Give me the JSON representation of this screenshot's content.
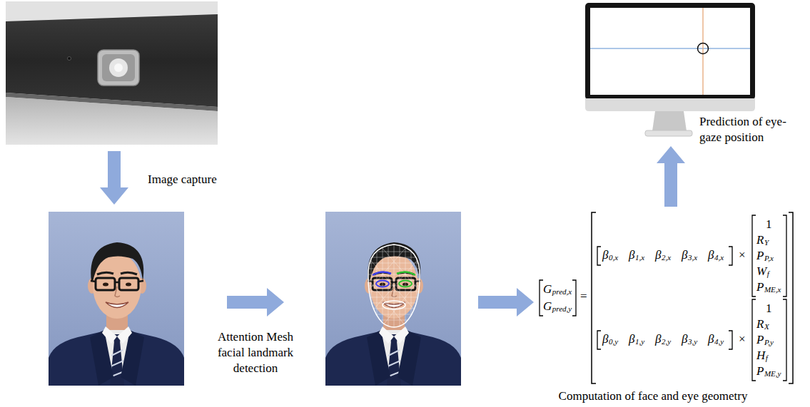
{
  "diagram": {
    "nodes": [
      {},
      {},
      {},
      {
        "text": [
          "G",
          "pred,x",
          "G",
          "pred,y",
          "=",
          "β",
          "0,x",
          "β",
          "1,x",
          "β",
          "2,x",
          "β",
          "3,x",
          "β",
          "4,x",
          "×",
          "1",
          "R",
          "Y",
          "P",
          "P,x",
          "W",
          "f",
          "P",
          "ME,x",
          "β",
          "0,y",
          "β",
          "1,y",
          "β",
          "2,y",
          "β",
          "3,y",
          "β",
          "4,y",
          "×",
          "1",
          "R",
          "X",
          "P",
          "P,y",
          "H",
          "f",
          "P",
          "ME,y",
          "Computation of face and eye geometry"
        ]
      },
      {}
    ],
    "edges": [
      {
        "from": 0,
        "to": 1,
        "arrow": "to",
        "label": "Image capture"
      },
      {
        "from": 1,
        "to": 2,
        "arrow": "to",
        "label": "Attention Mesh facial landmark detection"
      },
      {
        "from": 2,
        "to": 3,
        "arrow": "to"
      },
      {
        "from": 3,
        "to": 4,
        "arrow": "to",
        "label": "Prediction of eye-gaze position"
      }
    ]
  }
}
